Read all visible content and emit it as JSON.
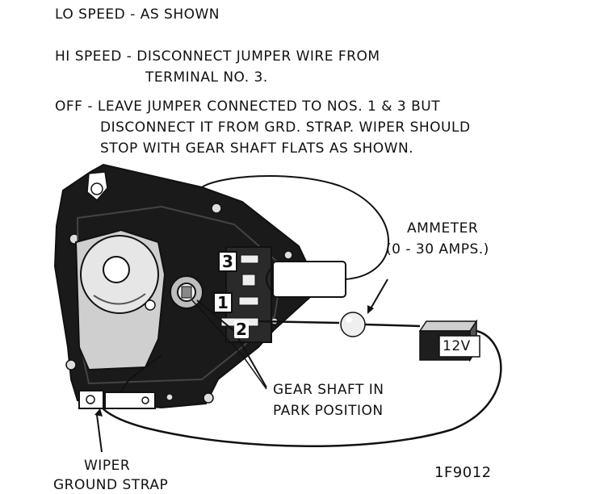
{
  "instructions": {
    "lo_speed": "LO SPEED - AS SHOWN",
    "hi_speed_line1": "HI SPEED - DISCONNECT JUMPER WIRE FROM",
    "hi_speed_line2": "TERMINAL NO. 3.",
    "off_line1": "OFF - LEAVE JUMPER CONNECTED TO NOS. 1 & 3 BUT",
    "off_line2": "DISCONNECT IT FROM GRD. STRAP.  WIPER SHOULD",
    "off_line3": "STOP WITH GEAR SHAFT FLATS AS SHOWN."
  },
  "labels": {
    "ammeter_line1": "AMMETER",
    "ammeter_line2": "(0 - 30 AMPS.)",
    "battery": "12V",
    "gear_shaft_line1": "GEAR SHAFT IN",
    "gear_shaft_line2": "PARK POSITION",
    "wiper_ground_line1": "WIPER",
    "wiper_ground_line2": "GROUND STRAP",
    "figure_id": "1F9012"
  },
  "terminals": {
    "t3": "3",
    "t1": "1",
    "t2": "2"
  },
  "colors": {
    "ink": "#111111",
    "paper": "#ffffff",
    "housing": "#1a1a1a"
  }
}
